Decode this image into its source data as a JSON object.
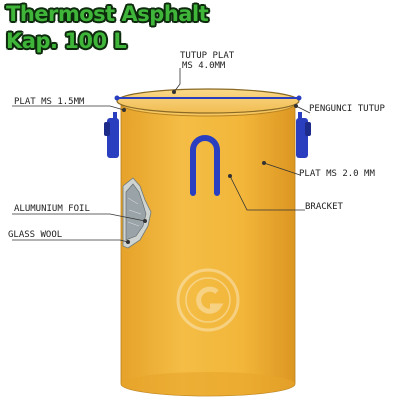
{
  "title": {
    "line1": "Thermost Asphalt",
    "line2": "Kap. 100 L"
  },
  "labels": {
    "tutup_plat_line1": "TUTUP PLAT",
    "tutup_plat_line2": "MS 4.0MM",
    "plat_ms_15": "PLAT MS 1.5MM",
    "pengunci_tutup": "PENGUNCI TUTUP",
    "plat_ms_20": "PLAT MS 2.0 MM",
    "bracket": "BRACKET",
    "alumunium_foil": "ALUMUNIUM FOIL",
    "glass_wool": "GLASS WOOL"
  },
  "colors": {
    "tank_body": "#f2b63a",
    "tank_shadow": "#e09a22",
    "lid": "#f7cd68",
    "handle": "#2a3fbf",
    "foil": "#9aa3a8",
    "glass_wool": "#cfd4d0",
    "title_green": "#3fb53a"
  },
  "watermark_icon": "logo-stamp-icon"
}
